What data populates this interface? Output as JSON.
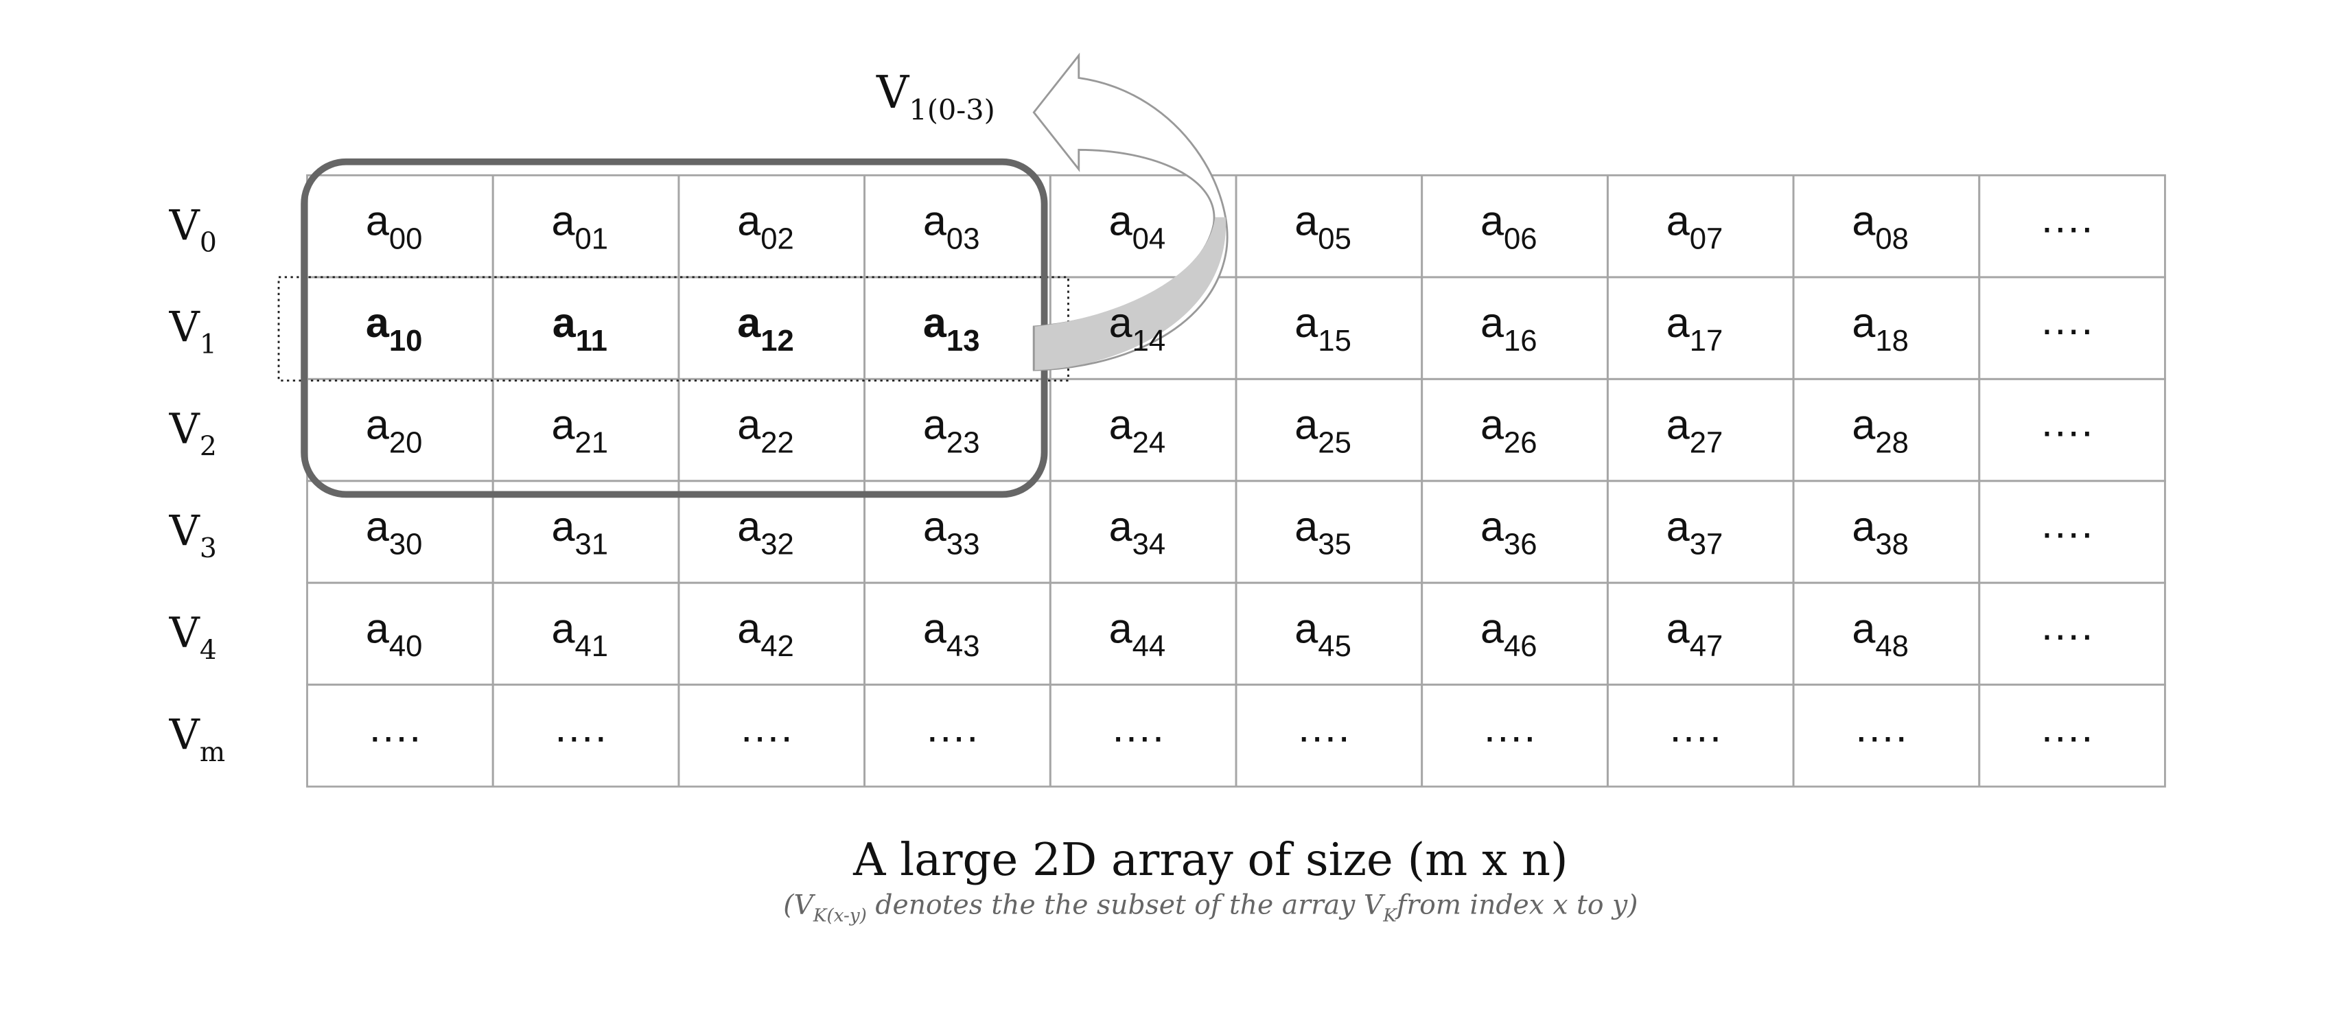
{
  "rows": [
    {
      "label": "V",
      "label_sub": "0",
      "cells": [
        [
          "a",
          "00"
        ],
        [
          "a",
          "01"
        ],
        [
          "a",
          "02"
        ],
        [
          "a",
          "03"
        ],
        [
          "a",
          "04"
        ],
        [
          "a",
          "05"
        ],
        [
          "a",
          "06"
        ],
        [
          "a",
          "07"
        ],
        [
          "a",
          "08"
        ],
        [
          "….",
          ""
        ]
      ]
    },
    {
      "label": "V",
      "label_sub": "1",
      "bold_cols": [
        0,
        1,
        2,
        3
      ],
      "cells": [
        [
          "a",
          "10"
        ],
        [
          "a",
          "11"
        ],
        [
          "a",
          "12"
        ],
        [
          "a",
          "13"
        ],
        [
          "a",
          "14"
        ],
        [
          "a",
          "15"
        ],
        [
          "a",
          "16"
        ],
        [
          "a",
          "17"
        ],
        [
          "a",
          "18"
        ],
        [
          "….",
          ""
        ]
      ]
    },
    {
      "label": "V",
      "label_sub": "2",
      "cells": [
        [
          "a",
          "20"
        ],
        [
          "a",
          "21"
        ],
        [
          "a",
          "22"
        ],
        [
          "a",
          "23"
        ],
        [
          "a",
          "24"
        ],
        [
          "a",
          "25"
        ],
        [
          "a",
          "26"
        ],
        [
          "a",
          "27"
        ],
        [
          "a",
          "28"
        ],
        [
          "….",
          ""
        ]
      ]
    },
    {
      "label": "V",
      "label_sub": "3",
      "cells": [
        [
          "a",
          "30"
        ],
        [
          "a",
          "31"
        ],
        [
          "a",
          "32"
        ],
        [
          "a",
          "33"
        ],
        [
          "a",
          "34"
        ],
        [
          "a",
          "35"
        ],
        [
          "a",
          "36"
        ],
        [
          "a",
          "37"
        ],
        [
          "a",
          "38"
        ],
        [
          "….",
          ""
        ]
      ]
    },
    {
      "label": "V",
      "label_sub": "4",
      "cells": [
        [
          "a",
          "40"
        ],
        [
          "a",
          "41"
        ],
        [
          "a",
          "42"
        ],
        [
          "a",
          "43"
        ],
        [
          "a",
          "44"
        ],
        [
          "a",
          "45"
        ],
        [
          "a",
          "46"
        ],
        [
          "a",
          "47"
        ],
        [
          "a",
          "48"
        ],
        [
          "….",
          ""
        ]
      ]
    },
    {
      "label": "V",
      "label_sub": "m",
      "cells": [
        [
          "….",
          ""
        ],
        [
          "….",
          ""
        ],
        [
          "….",
          ""
        ],
        [
          "….",
          ""
        ],
        [
          "….",
          ""
        ],
        [
          "….",
          ""
        ],
        [
          "….",
          ""
        ],
        [
          "….",
          ""
        ],
        [
          "….",
          ""
        ],
        [
          "….",
          ""
        ]
      ]
    }
  ],
  "arrow_label": {
    "base": "V",
    "sub": "1(0-3)"
  },
  "caption": {
    "title": "A large 2D array of size (m x n)",
    "note_open": "(V",
    "note_sub1": "K(x-y)",
    "note_mid": " denotes the the subset of the array V",
    "note_sub2": "K",
    "note_end": "from index x to y)"
  },
  "colors": {
    "grid": "#a6a6a6",
    "highlight": "#666666",
    "arrow_fill": "#cccccc",
    "arrow_stroke": "#999999",
    "note": "#666666"
  }
}
